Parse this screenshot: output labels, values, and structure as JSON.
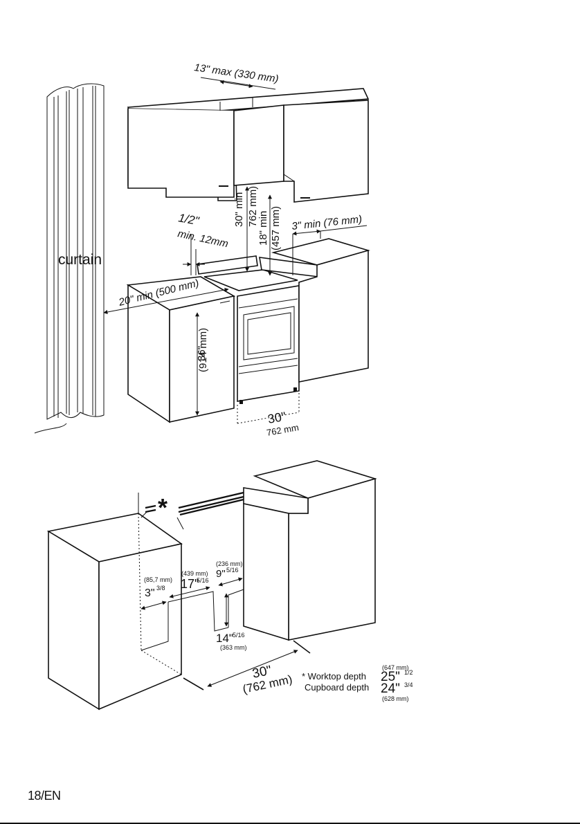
{
  "top_diagram": {
    "max_gap": "13\" max (330 mm)",
    "min_hood_clearance": "30\" min",
    "min_hood_clearance_mm": "762 mm)",
    "min_cabinet_clearance": "18\" min",
    "min_cabinet_clearance_mm": "(457 mm)",
    "half_inch": "1/2\"",
    "half_inch_min": "min. 12mm",
    "side_gap": "3\" min (76 mm)",
    "curtain_gap": "20\" min (500 mm)",
    "worktop_height": "36\"",
    "worktop_height_mm": "(914 mm)",
    "width_in": "30\"",
    "width_mm": "762 mm",
    "curtain_label": "curtain"
  },
  "bottom_diagram": {
    "asterisk": "*",
    "dim_235_mm": "(236 mm)",
    "dim_9_in": "9\"",
    "dim_9_frac": "5/16",
    "dim_439_mm": "(439 mm)",
    "dim_17_in": "17\"",
    "dim_17_frac": "5/16",
    "dim_857_mm": "(85,7 mm)",
    "dim_3_in": "3\"",
    "dim_3_frac": "3/8",
    "dim_14_in": "14\"",
    "dim_14_frac": "5/16",
    "dim_363_mm": "(363 mm)",
    "width_in": "30\"",
    "width_mm": "(762 mm)",
    "worktop_mm": "(647 mm)",
    "worktop_label": "* Worktop depth",
    "worktop_in": "25\"",
    "worktop_frac": "1/2",
    "cupboard_label": "Cupboard depth",
    "cupboard_in": "24\"",
    "cupboard_frac": "3/4",
    "cupboard_mm": "(628 mm)"
  },
  "footer": {
    "page": "18/EN"
  }
}
